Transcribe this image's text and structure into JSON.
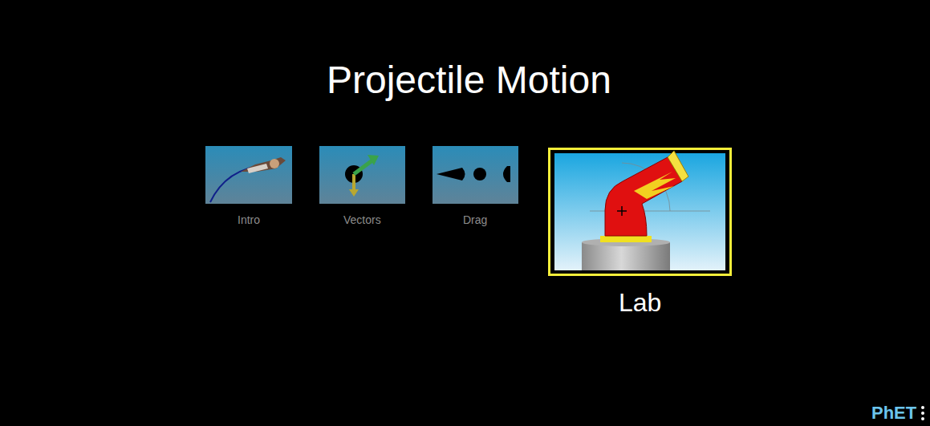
{
  "diagram": {
    "title": "Projectile Motion",
    "nodes": [
      {
        "text": [
          "Intro"
        ]
      },
      {
        "text": [
          "Vectors"
        ]
      },
      {
        "text": [
          "Drag"
        ]
      },
      {
        "text": [
          "Lab"
        ]
      }
    ],
    "labels": [
      "PhET"
    ]
  }
}
